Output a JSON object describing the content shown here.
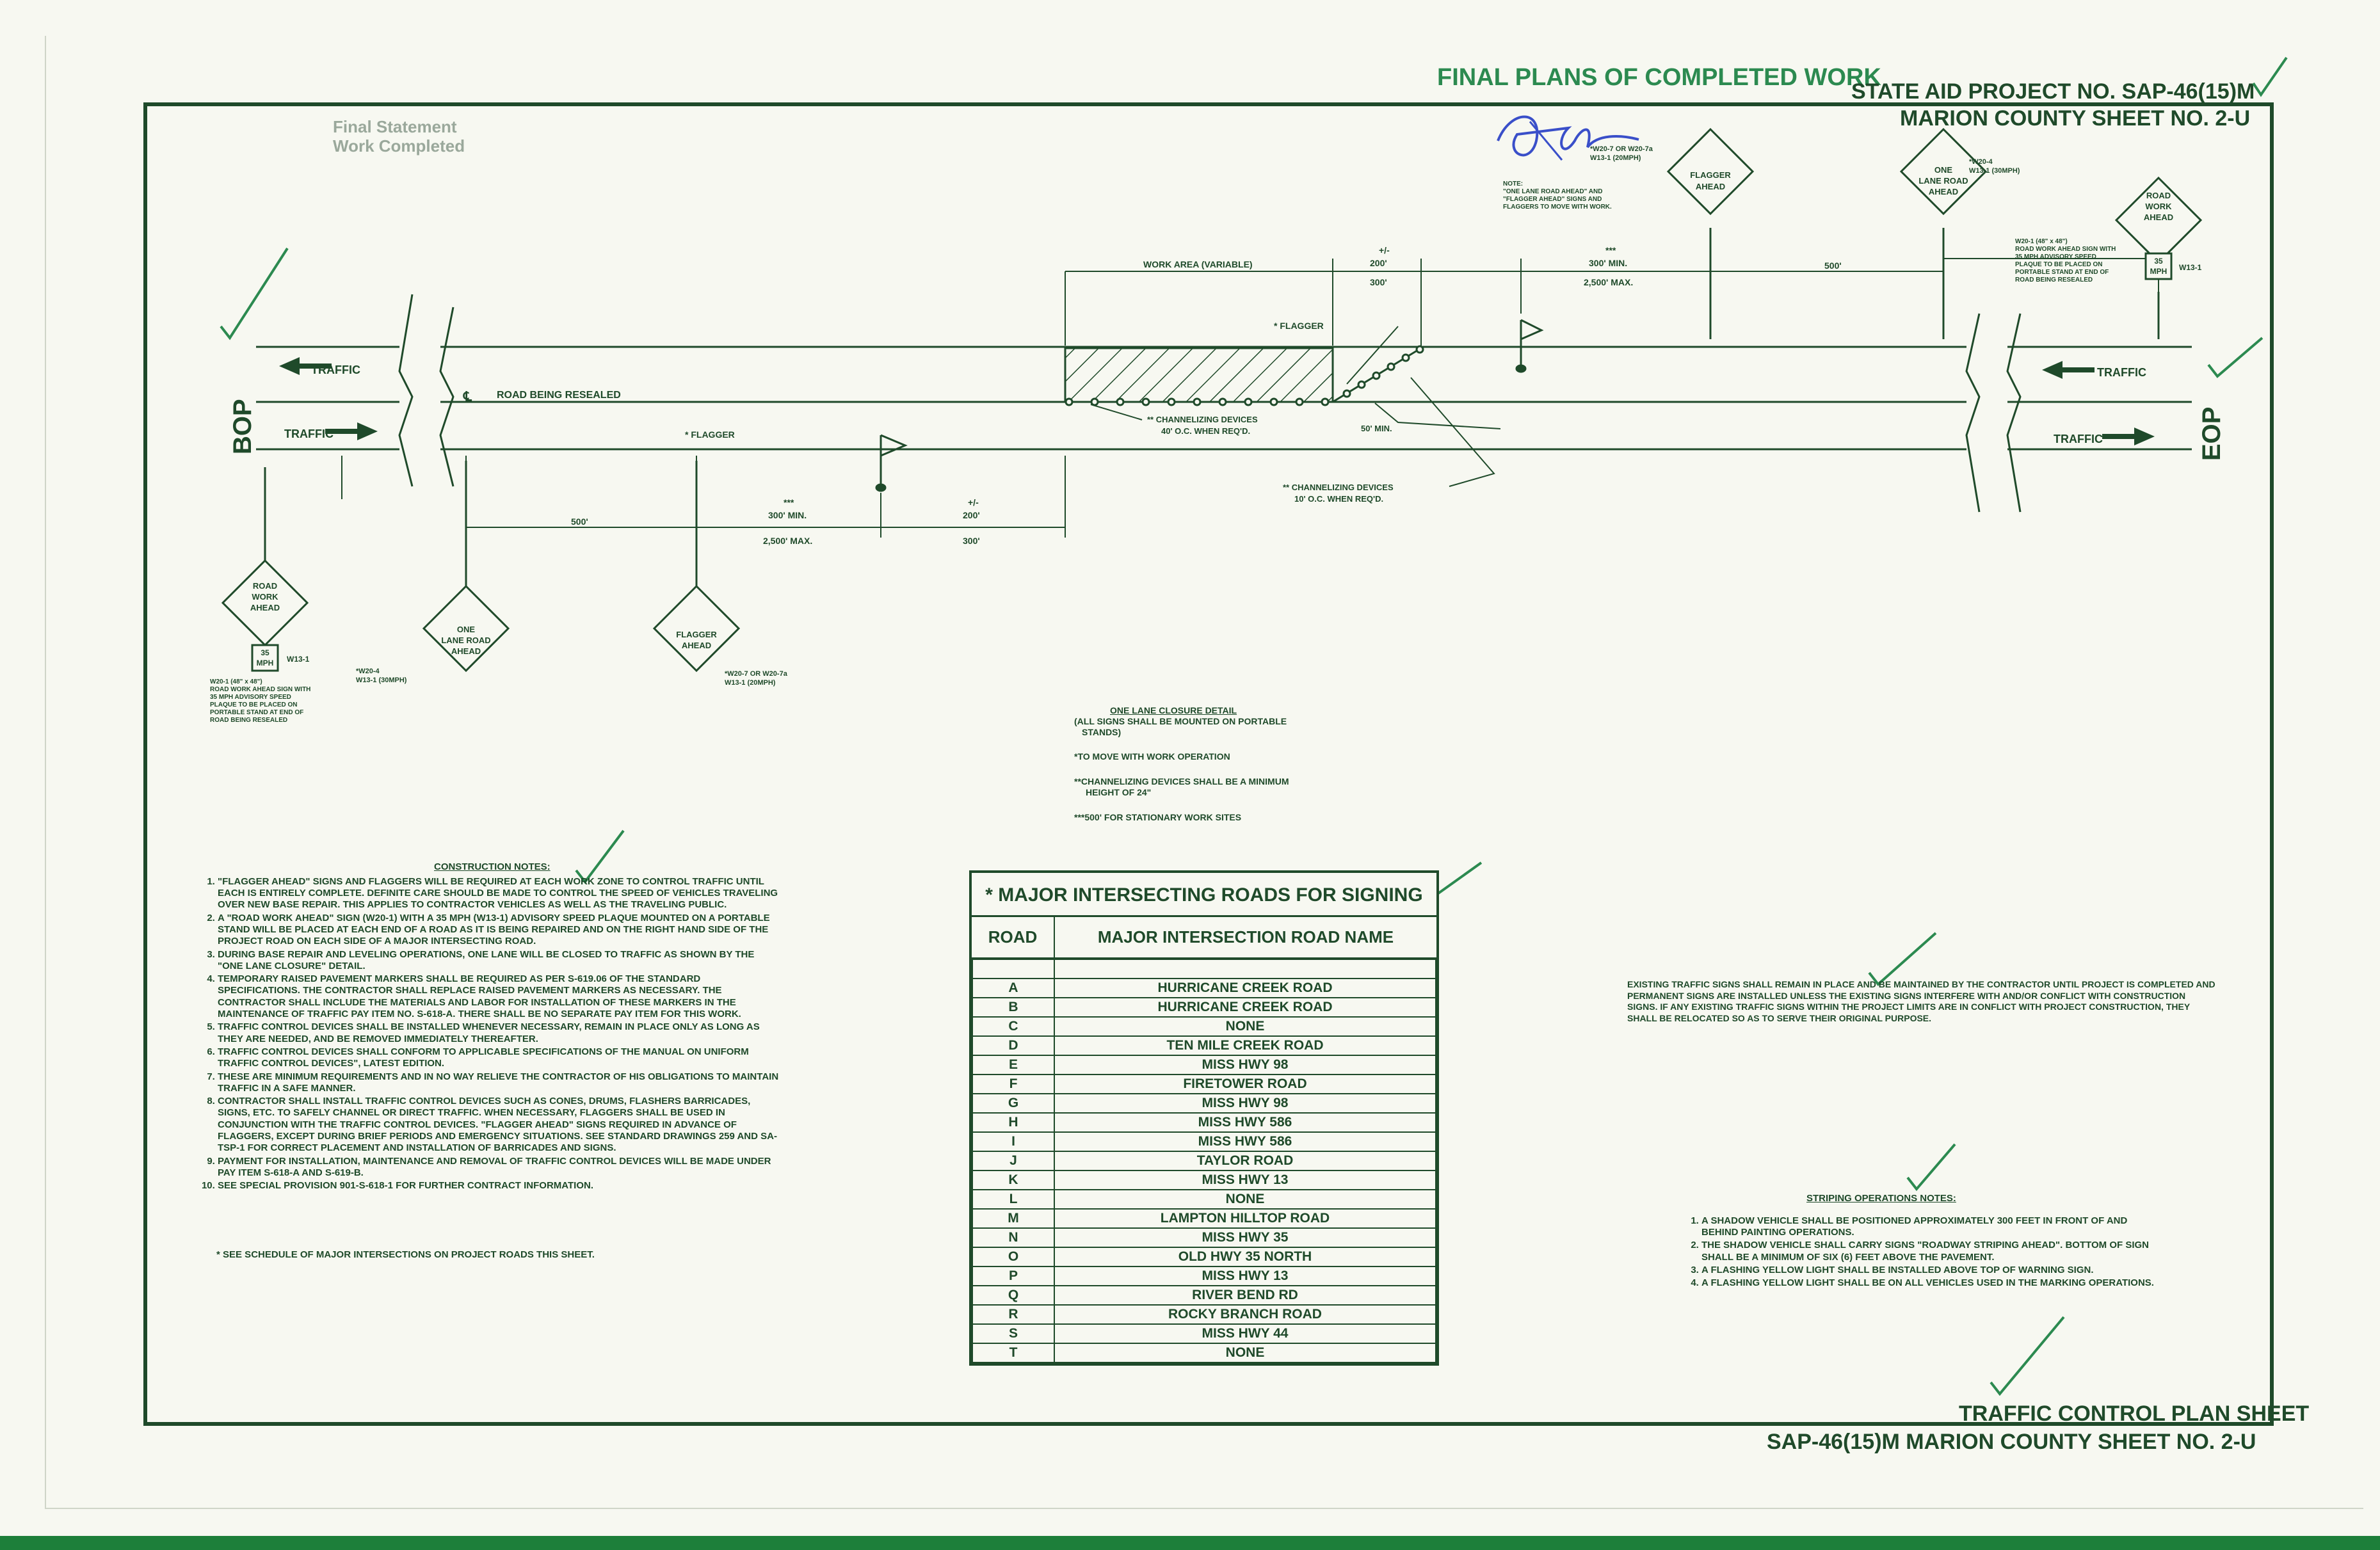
{
  "header": {
    "stamp": "FINAL PLANS OF COMPLETED WORK",
    "project_top": "STATE AID PROJECT NO. SAP-46(15)M",
    "county_top": "MARION COUNTY SHEET NO. 2-U",
    "faded_label_1": "Final Statement",
    "faded_label_2": "Work Completed",
    "sheet_title": "TRAFFIC CONTROL PLAN SHEET",
    "project_bottom": "SAP-46(15)M  MARION COUNTY  SHEET NO. 2-U"
  },
  "diagram": {
    "bop": "BOP",
    "eop": "EOP",
    "traffic": "TRAFFIC",
    "road_label": "ROAD BEING RESEALED",
    "work_area": "WORK AREA (VARIABLE)",
    "flagger": "* FLAGGER",
    "chan_40": [
      "** CHANNELIZING DEVICES",
      "40' O.C. WHEN REQ'D."
    ],
    "chan_10": [
      "** CHANNELIZING DEVICES",
      "10' O.C. WHEN REQ'D."
    ],
    "min_50": "50' MIN.",
    "dim_500": "500'",
    "dim_300min": "300' MIN.",
    "dim_2500": "2,500' MAX.",
    "dim_pm": "+/-",
    "dim_200": "200'",
    "dim_300": "300'",
    "stars": "***",
    "signs": {
      "road_work_ahead": [
        "ROAD",
        "WORK",
        "AHEAD"
      ],
      "one_lane_road_ahead": [
        "ONE",
        "LANE ROAD",
        "AHEAD"
      ],
      "flagger_ahead": [
        "FLAGGER",
        "AHEAD"
      ],
      "plaque_35": "35",
      "plaque_mph": "MPH",
      "w13": "W13-1",
      "w20_4": [
        "*W20-4",
        "W13-1 (30MPH)"
      ],
      "w20_7": [
        "*W20-7 OR W20-7a",
        "W13-1 (20MPH)"
      ],
      "w20_1_note": [
        "W20-1 (48\" x 48\")",
        "ROAD WORK AHEAD SIGN WITH",
        "35 MPH ADVISORY SPEED",
        "PLAQUE TO BE PLACED ON",
        "PORTABLE STAND AT END OF",
        "ROAD BEING RESEALED"
      ],
      "move_note": [
        "NOTE:",
        "\"ONE LANE ROAD AHEAD\" AND",
        "\"FLAGGER AHEAD\" SIGNS AND",
        "FLAGGERS TO MOVE WITH WORK."
      ]
    }
  },
  "closure_detail": {
    "title": "ONE LANE CLOSURE DETAIL",
    "subtitle": "(ALL SIGNS SHALL BE MOUNTED ON PORTABLE",
    "subtitle2": "STANDS)",
    "n1": "*TO MOVE WITH WORK OPERATION",
    "n2": "**CHANNELIZING DEVICES SHALL BE A MINIMUM",
    "n2b": "HEIGHT OF 24\"",
    "n3": "***500' FOR STATIONARY WORK SITES"
  },
  "construction_notes": {
    "title": "CONSTRUCTION NOTES:",
    "items": [
      "\"FLAGGER AHEAD\" SIGNS AND FLAGGERS WILL BE REQUIRED AT EACH WORK ZONE TO CONTROL TRAFFIC UNTIL EACH IS ENTIRELY COMPLETE. DEFINITE CARE SHOULD BE MADE TO CONTROL THE SPEED OF VEHICLES TRAVELING OVER NEW BASE REPAIR. THIS APPLIES TO CONTRACTOR VEHICLES AS WELL AS THE TRAVELING PUBLIC.",
      "A \"ROAD WORK AHEAD\" SIGN (W20-1) WITH A 35 MPH (W13-1) ADVISORY SPEED PLAQUE MOUNTED ON A PORTABLE STAND WILL BE PLACED AT EACH END OF A ROAD AS IT IS BEING REPAIRED AND ON THE RIGHT HAND SIDE OF THE PROJECT ROAD ON EACH SIDE OF A MAJOR INTERSECTING ROAD.",
      "DURING BASE REPAIR AND LEVELING OPERATIONS, ONE LANE WILL BE CLOSED TO TRAFFIC AS SHOWN BY THE \"ONE LANE CLOSURE\" DETAIL.",
      "TEMPORARY RAISED PAVEMENT MARKERS SHALL BE REQUIRED AS PER S-619.06 OF THE STANDARD SPECIFICATIONS. THE CONTRACTOR SHALL REPLACE RAISED PAVEMENT MARKERS AS NECESSARY. THE CONTRACTOR SHALL INCLUDE THE MATERIALS AND LABOR FOR INSTALLATION OF THESE MARKERS IN THE MAINTENANCE OF TRAFFIC PAY ITEM NO. S-618-A. THERE SHALL BE NO SEPARATE PAY ITEM FOR THIS WORK.",
      "TRAFFIC CONTROL DEVICES SHALL BE INSTALLED WHENEVER NECESSARY, REMAIN IN PLACE ONLY AS LONG AS THEY ARE NEEDED, AND BE REMOVED IMMEDIATELY THEREAFTER.",
      "TRAFFIC CONTROL DEVICES SHALL CONFORM TO APPLICABLE SPECIFICATIONS OF THE MANUAL ON UNIFORM TRAFFIC CONTROL DEVICES\", LATEST EDITION.",
      "THESE ARE MINIMUM REQUIREMENTS AND IN NO WAY RELIEVE THE CONTRACTOR OF HIS OBLIGATIONS TO MAINTAIN TRAFFIC IN A SAFE MANNER.",
      "CONTRACTOR SHALL INSTALL TRAFFIC CONTROL DEVICES SUCH AS CONES, DRUMS, FLASHERS BARRICADES, SIGNS, ETC. TO SAFELY CHANNEL OR DIRECT TRAFFIC. WHEN NECESSARY, FLAGGERS SHALL BE USED IN CONJUNCTION WITH THE TRAFFIC CONTROL DEVICES. \"FLAGGER AHEAD\" SIGNS REQUIRED IN ADVANCE OF FLAGGERS, EXCEPT DURING BRIEF PERIODS AND EMERGENCY SITUATIONS. SEE STANDARD DRAWINGS 259 AND SA-TSP-1 FOR CORRECT PLACEMENT AND INSTALLATION OF BARRICADES AND SIGNS.",
      "PAYMENT FOR INSTALLATION, MAINTENANCE AND REMOVAL OF TRAFFIC CONTROL DEVICES WILL BE MADE UNDER PAY ITEM S-618-A AND S-619-B.",
      "SEE SPECIAL PROVISION 901-S-618-1 FOR FURTHER CONTRACT INFORMATION."
    ],
    "footnote": "* SEE SCHEDULE OF MAJOR INTERSECTIONS ON PROJECT ROADS THIS SHEET."
  },
  "roads_table": {
    "title": "* MAJOR INTERSECTING ROADS FOR SIGNING",
    "col_road": "ROAD",
    "col_name": "MAJOR INTERSECTION ROAD NAME",
    "rows": [
      [
        "",
        ""
      ],
      [
        "A",
        "HURRICANE CREEK ROAD"
      ],
      [
        "B",
        "HURRICANE CREEK ROAD"
      ],
      [
        "C",
        "NONE"
      ],
      [
        "D",
        "TEN MILE CREEK ROAD"
      ],
      [
        "E",
        "MISS HWY 98"
      ],
      [
        "F",
        "FIRETOWER ROAD"
      ],
      [
        "G",
        "MISS HWY 98"
      ],
      [
        "H",
        "MISS HWY 586"
      ],
      [
        "I",
        "MISS HWY 586"
      ],
      [
        "J",
        "TAYLOR ROAD"
      ],
      [
        "K",
        "MISS HWY 13"
      ],
      [
        "L",
        "NONE"
      ],
      [
        "M",
        "LAMPTON HILLTOP ROAD"
      ],
      [
        "N",
        "MISS HWY 35"
      ],
      [
        "O",
        "OLD HWY 35 NORTH"
      ],
      [
        "P",
        "MISS HWY 13"
      ],
      [
        "Q",
        "RIVER BEND RD"
      ],
      [
        "R",
        "ROCKY BRANCH ROAD"
      ],
      [
        "S",
        "MISS HWY 44"
      ],
      [
        "T",
        "NONE"
      ]
    ]
  },
  "existing_signs_note": "EXISTING TRAFFIC SIGNS SHALL REMAIN IN PLACE AND BE MAINTAINED BY THE CONTRACTOR UNTIL PROJECT IS COMPLETED AND PERMANENT SIGNS ARE INSTALLED UNLESS THE EXISTING SIGNS INTERFERE WITH AND/OR CONFLICT WITH CONSTRUCTION SIGNS. IF ANY EXISTING TRAFFIC SIGNS WITHIN THE PROJECT LIMITS ARE IN CONFLICT WITH PROJECT CONSTRUCTION, THEY SHALL BE RELOCATED SO AS TO SERVE THEIR ORIGINAL PURPOSE.",
  "striping_notes": {
    "title": "STRIPING OPERATIONS NOTES:",
    "items": [
      "A SHADOW VEHICLE SHALL BE POSITIONED APPROXIMATELY 300 FEET IN FRONT OF AND BEHIND PAINTING OPERATIONS.",
      "THE SHADOW VEHICLE SHALL CARRY SIGNS \"ROADWAY STRIPING AHEAD\". BOTTOM OF SIGN SHALL BE A MINIMUM OF SIX (6) FEET ABOVE THE PAVEMENT.",
      "A FLASHING YELLOW LIGHT SHALL BE INSTALLED ABOVE TOP OF WARNING SIGN.",
      "A FLASHING YELLOW LIGHT SHALL BE ON ALL VEHICLES USED IN THE MARKING OPERATIONS."
    ]
  },
  "colors": {
    "ink": "#1f4a2a",
    "stamp": "#2c8a50",
    "signature": "#3a4fc9",
    "paper": "#f7f8f1"
  }
}
